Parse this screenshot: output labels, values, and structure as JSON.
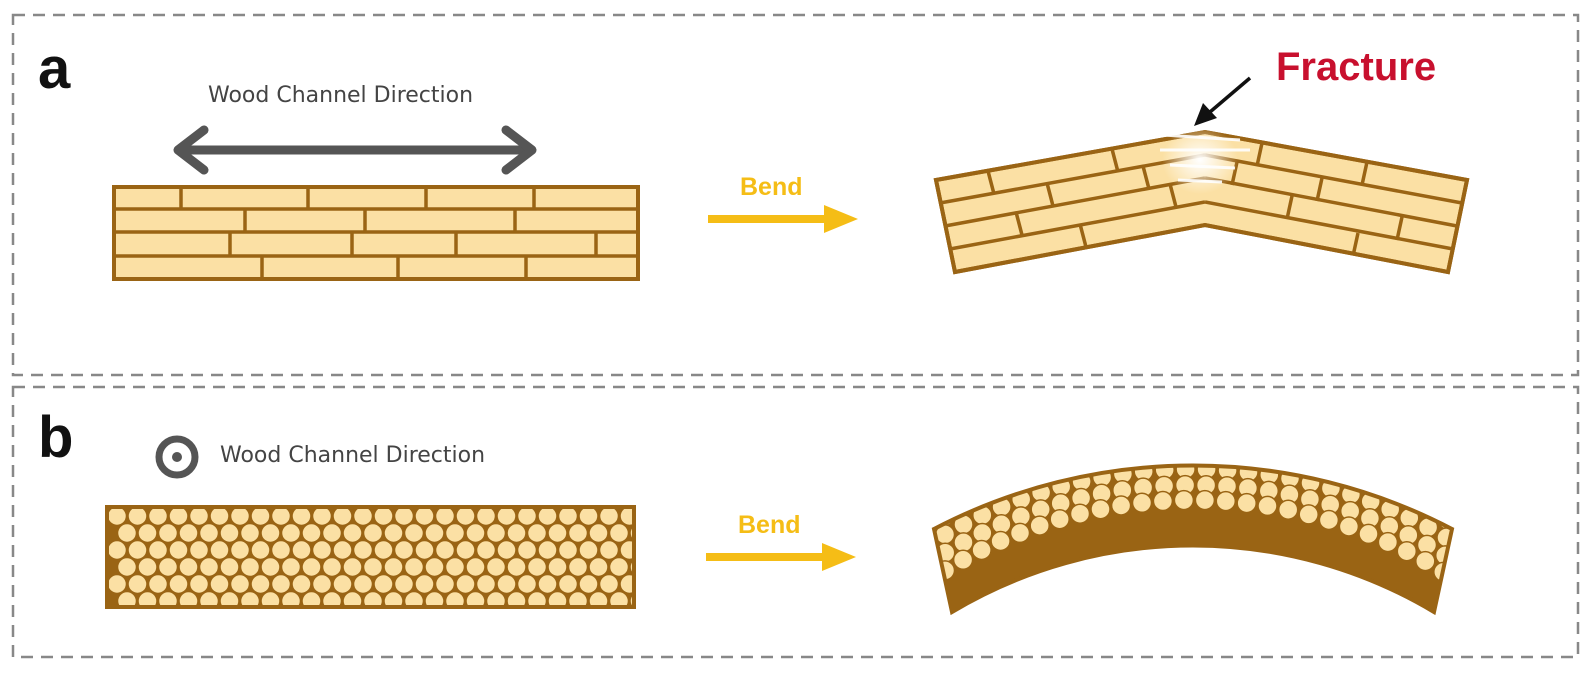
{
  "panel_a": {
    "letter": "a",
    "direction_label": "Wood Channel Direction",
    "bend_label": "Bend",
    "fracture_label": "Fracture"
  },
  "panel_b": {
    "letter": "b",
    "direction_label": "Wood Channel Direction",
    "bend_label": "Bend"
  },
  "colors": {
    "wood_outline": "#9a6414",
    "wood_fill": "#fbe0a4",
    "arrow_yellow": "#f5bd16",
    "direction_arrow": "#555555",
    "fracture_text": "#c8102e",
    "panel_border": "#888888"
  }
}
